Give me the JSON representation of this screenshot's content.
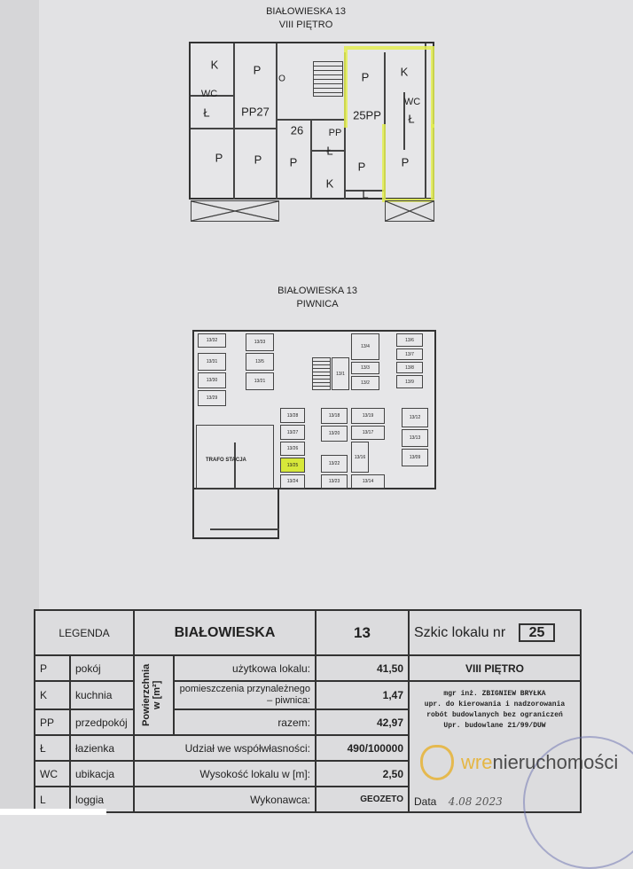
{
  "floor_plan": {
    "street": "BIAŁOWIESKA 13",
    "floor": "VIII PIĘTRO",
    "rooms": [
      "K",
      "P",
      "WC",
      "Ł",
      "PP27",
      "P",
      "P",
      "O",
      "26",
      "PP",
      "Ł",
      "P",
      "K",
      "P",
      "K",
      "25PP",
      "WC",
      "Ł",
      "P",
      "L",
      "P"
    ],
    "highlight_color": "#e4ef52"
  },
  "basement_plan": {
    "street": "BIAŁOWIESKA 13",
    "floor": "PIWNICA",
    "cells": [
      "13/32",
      "13/31",
      "13/30",
      "13/29",
      "13/33",
      "13/5",
      "13/21",
      "13/1",
      "13/4",
      "13/3",
      "13/2",
      "13/6",
      "13/7",
      "13/8",
      "13/9",
      "13/28",
      "13/27",
      "13/26",
      "13/25",
      "13/24",
      "13/18",
      "13/20",
      "13/22",
      "13/23",
      "13/19",
      "13/17",
      "13/16",
      "13/14",
      "13/12",
      "13/13",
      "13/09"
    ],
    "trafo": "TRAFO STACJA",
    "highlighted_cell": "13/25"
  },
  "legend": {
    "title": "LEGENDA",
    "items": [
      {
        "abbr": "P",
        "name": "pokój"
      },
      {
        "abbr": "K",
        "name": "kuchnia"
      },
      {
        "abbr": "PP",
        "name": "przedpokój"
      },
      {
        "abbr": "Ł",
        "name": "łazienka"
      },
      {
        "abbr": "WC",
        "name": "ubikacja"
      },
      {
        "abbr": "L",
        "name": "loggia"
      }
    ]
  },
  "info": {
    "street": "BIAŁOWIESKA",
    "number": "13",
    "sketch_label": "Szkic lokalu nr",
    "sketch_no": "25",
    "floor": "VIII PIĘTRO",
    "area_group": "Powierzchnia w [m²]",
    "rows": [
      {
        "label": "użytkowa lokalu:",
        "value": "41,50"
      },
      {
        "label": "pomieszczenia przynależnego – piwnica:",
        "value": "1,47"
      },
      {
        "label": "razem:",
        "value": "42,97"
      },
      {
        "label": "Udział we współwłasności:",
        "value": "490/100000"
      },
      {
        "label": "Wysokość lokalu w [m]:",
        "value": "2,50"
      },
      {
        "label": "Wykonawca:",
        "value": "GEOZETO"
      }
    ],
    "stamp": [
      "mgr inż. ZBIGNIEW BRYŁKA",
      "upr. do kierowania i nadzorowania",
      "robót budowlanych bez ograniczeń",
      "Upr. budowlane 21/99/DUW"
    ],
    "date_label": "Data",
    "date_value": "4.08 2023"
  },
  "watermark": {
    "accent": "wre",
    "rest": "nieruchomości"
  }
}
